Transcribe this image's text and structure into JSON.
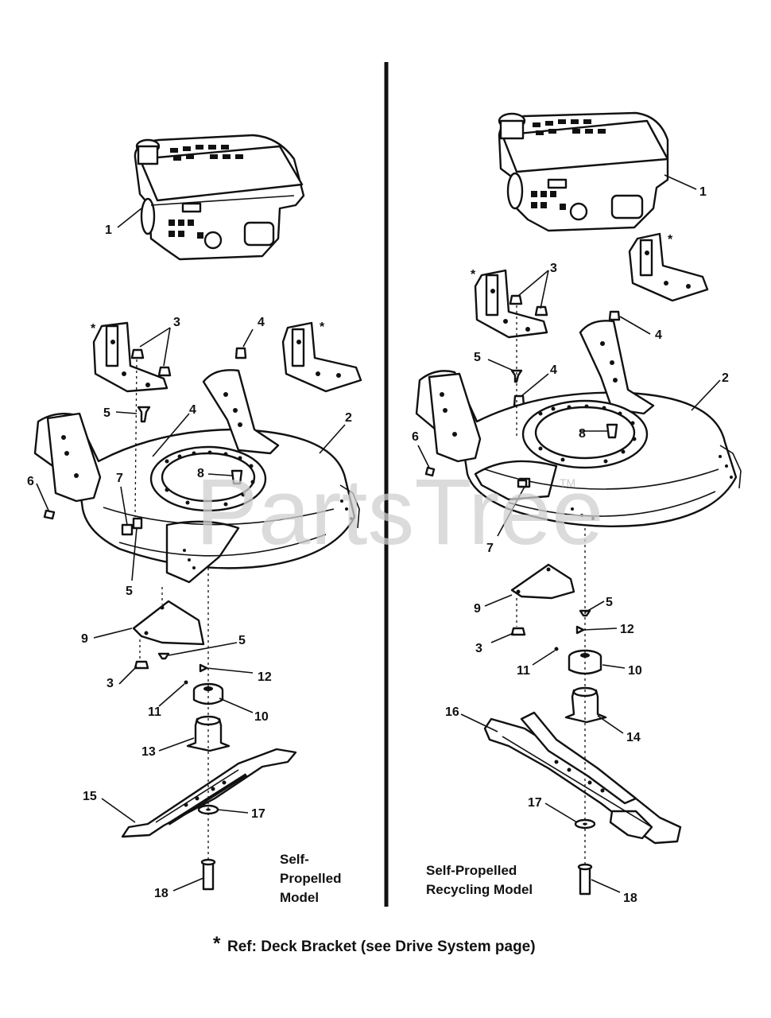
{
  "watermark": "PartsTree",
  "watermark_tm": "TM",
  "left_caption": [
    "Self-",
    "Propelled",
    "Model"
  ],
  "right_caption": [
    "Self-Propelled",
    "Recycling Model"
  ],
  "footnote_star": "*",
  "footnote_text": "Ref: Deck Bracket (see Drive System page)",
  "left_callouts": {
    "c1": "1",
    "star_a": "*",
    "c3": "3",
    "c4a": "4",
    "star_b": "*",
    "c2": "2",
    "c5a": "5",
    "c4b": "4",
    "c6": "6",
    "c7": "7",
    "c8": "8",
    "c5b": "5",
    "c9": "9",
    "c5c": "5",
    "c3b": "3",
    "c12": "12",
    "c11": "11",
    "c10": "10",
    "c13": "13",
    "c15": "15",
    "c17": "17",
    "c18": "18"
  },
  "right_callouts": {
    "c1": "1",
    "star_a": "*",
    "c3": "3",
    "star_b": "*",
    "c4a": "4",
    "c5": "5",
    "c4b": "4",
    "c2": "2",
    "c6": "6",
    "c8": "8",
    "c7": "7",
    "c9": "9",
    "c5b": "5",
    "c12": "12",
    "c3b": "3",
    "c11": "11",
    "c10": "10",
    "c16": "16",
    "c14": "14",
    "c17": "17",
    "c18": "18"
  }
}
